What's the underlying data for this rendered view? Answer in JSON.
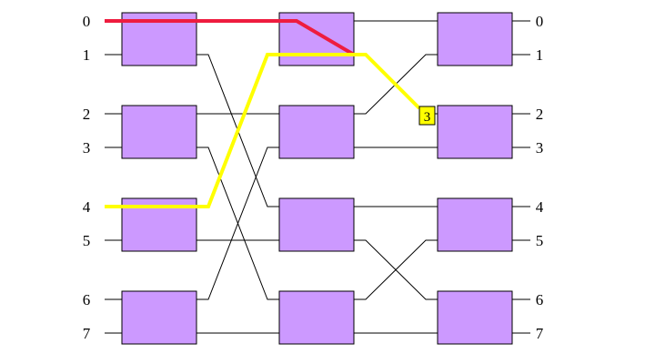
{
  "network": {
    "stages": 3,
    "ports_per_stage": 8,
    "input_labels": [
      "0",
      "1",
      "2",
      "3",
      "4",
      "5",
      "6",
      "7"
    ],
    "output_labels": [
      "0",
      "1",
      "2",
      "3",
      "4",
      "5",
      "6",
      "7"
    ],
    "stage1_to_stage2": [
      [
        0,
        0
      ],
      [
        1,
        4
      ],
      [
        2,
        2
      ],
      [
        3,
        6
      ],
      [
        4,
        1
      ],
      [
        5,
        5
      ],
      [
        6,
        3
      ],
      [
        7,
        7
      ]
    ],
    "stage2_to_stage3": [
      [
        0,
        0
      ],
      [
        1,
        2
      ],
      [
        2,
        1
      ],
      [
        3,
        3
      ],
      [
        4,
        4
      ],
      [
        5,
        6
      ],
      [
        6,
        5
      ],
      [
        7,
        7
      ]
    ]
  },
  "routes": [
    {
      "color": "#ee1c3f",
      "from_input": 0,
      "stage2_in": 0,
      "stage2_out": 1
    },
    {
      "color": "#ffff00",
      "from_input": 4,
      "stage2_in": 1,
      "stage2_out": 1,
      "stage3_in": 2
    }
  ],
  "marker": {
    "text": "3",
    "fill": "#ffff00"
  },
  "colors": {
    "switch_fill": "#cc99ff"
  }
}
